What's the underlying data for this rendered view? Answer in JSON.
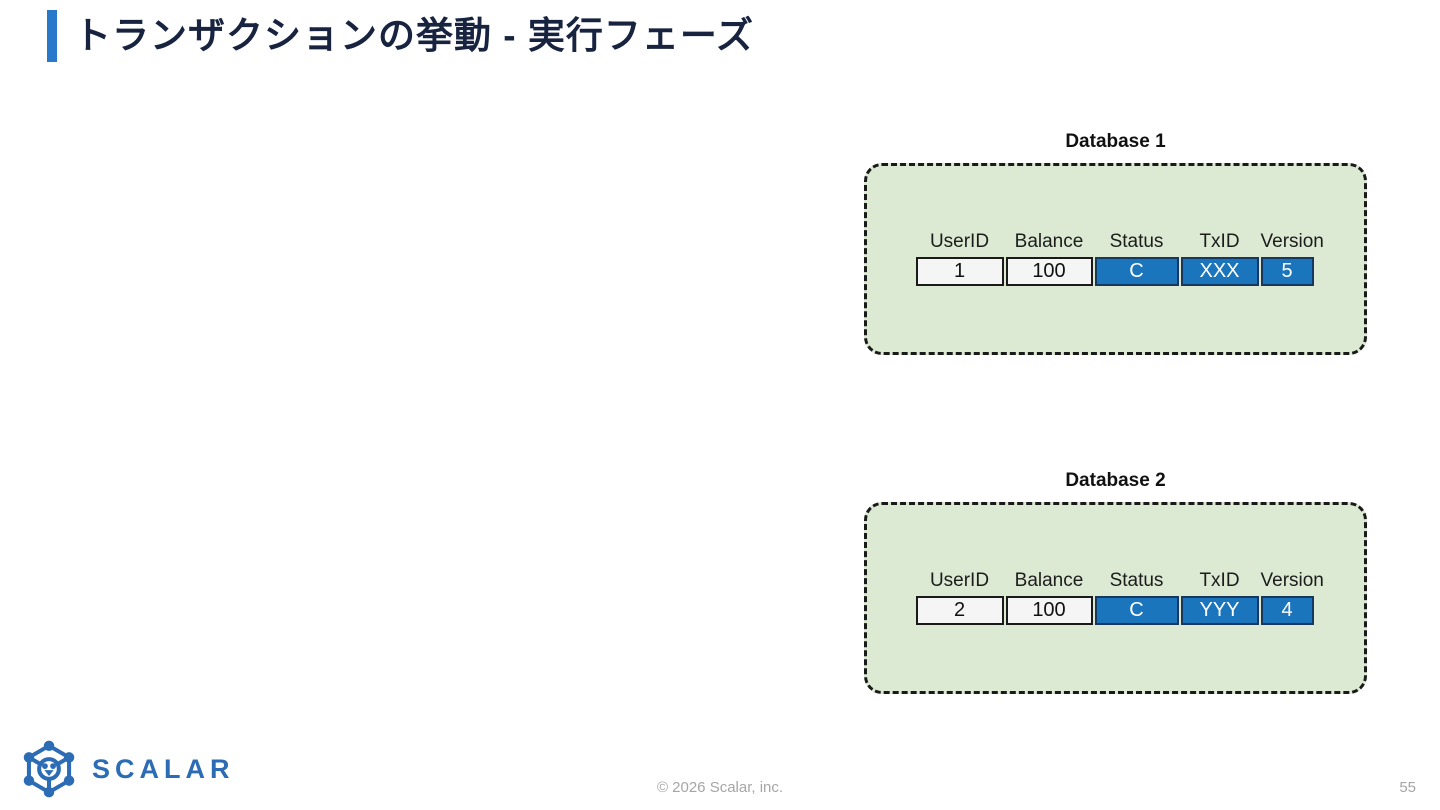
{
  "title": "トランザクションの挙動 - 実行フェーズ",
  "databases": [
    {
      "name": "Database 1",
      "columns": [
        "UserID",
        "Balance",
        "Status",
        "TxID",
        "Version"
      ],
      "row": [
        "1",
        "100",
        "C",
        "XXX",
        "5"
      ],
      "highlighted_columns": [
        "Status",
        "TxID",
        "Version"
      ]
    },
    {
      "name": "Database 2",
      "columns": [
        "UserID",
        "Balance",
        "Status",
        "TxID",
        "Version"
      ],
      "row": [
        "2",
        "100",
        "C",
        "YYY",
        "4"
      ],
      "highlighted_columns": [
        "Status",
        "TxID",
        "Version"
      ]
    }
  ],
  "footer": {
    "logo_text": "SCALAR",
    "copyright": "© 2026 Scalar, inc.",
    "page_number": "55"
  },
  "colors": {
    "accent_bar": "#2878cc",
    "title_text": "#17233f",
    "box_fill": "#dcead3",
    "box_border": "#1a1a1a",
    "cell_highlight_fill": "#1b75bc",
    "cell_highlight_border": "#17375e",
    "cell_light_fill": "#f5f5f5",
    "logo_blue": "#2b6cb5",
    "footer_gray": "#a6a6a6"
  }
}
